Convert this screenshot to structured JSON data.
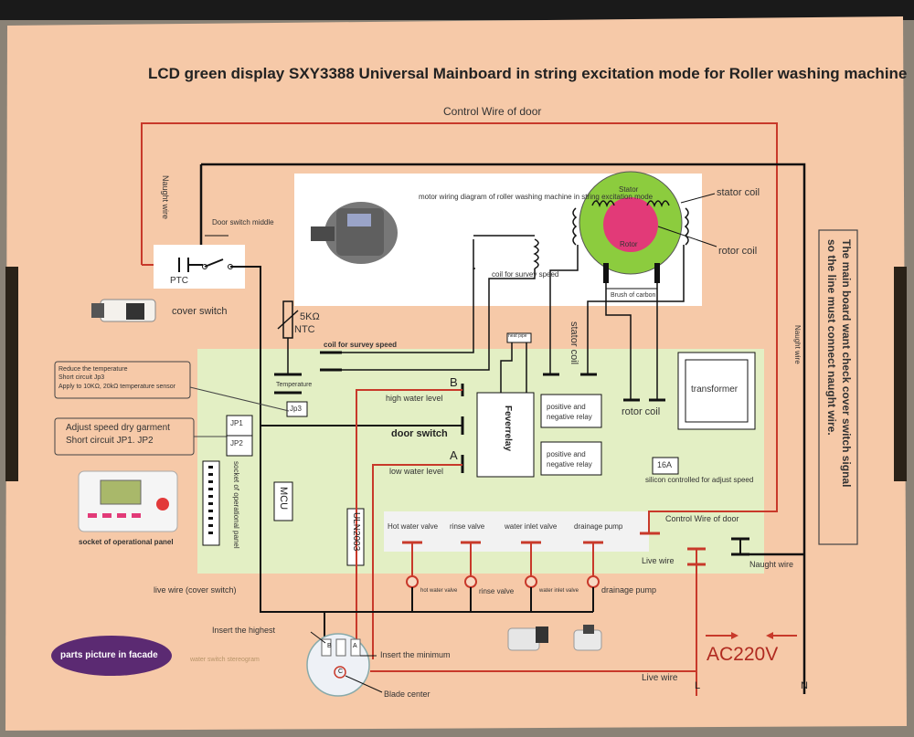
{
  "title": "LCD green display SXY3388 Universal Mainboard in string excitation mode for Roller washing machine",
  "labels": {
    "control_wire_top": "Control Wire of door",
    "naught_wire_left": "Naught wire",
    "door_switch_middle": "Door switch middle",
    "ptc": "PTC",
    "cover_switch": "cover switch",
    "ntc_value": "5KΩ",
    "ntc": "NTC",
    "temperature": "Temperature",
    "jp3": "Jp3",
    "reduce_temp_note": [
      "Reduce the temperature",
      "Short circuit Jp3",
      "Apply to 10KΩ, 20kΩ temperature sensor"
    ],
    "adjust_speed_note": [
      "Adjust speed dry garment",
      "Short circuit JP1. JP2"
    ],
    "jp1": "JP1",
    "jp2": "JP2",
    "socket_operational_panel_vertical": "socket of operational panel",
    "socket_operational_panel": "socket of operational panel",
    "motor_wiring_title": "motor wiring diagram of roller washing machine in string excitation mode",
    "coil_survey_speed_top": "coil for survey speed",
    "stator": "Stator",
    "rotor": "Rotor",
    "stator_coil_right": "stator coil",
    "rotor_coil_right": "rotor coil",
    "brush_of_carbon": "Brush of carbon",
    "coil_survey_speed_board": "coil for survey speed",
    "heat_pipe": "heat pipe",
    "stator_coil_vertical": "stator coil",
    "b_letter": "B",
    "high_water_level": "high water level",
    "door_switch": "door switch",
    "a_letter": "A",
    "low_water_level": "low water level",
    "feverrelay": "Feverrelay",
    "relay_1": [
      "positive and",
      "negative relay"
    ],
    "relay_2": [
      "positive and",
      "negative relay"
    ],
    "rotor_coil_board": "rotor coil",
    "transformer": "transformer",
    "fuse_16a": "16A",
    "silicon_controlled": "silicon controlled for adjust speed",
    "mcu": "MCU",
    "uln2003": "ULN2003",
    "hot_water_valve": "Hot water valve",
    "rinse_valve": "rinse valve",
    "water_inlet_valve": "water inlet valve",
    "drainage_pump": "drainage pump",
    "control_wire_bottom": "Control Wire of door",
    "live_wire_board": "Live wire",
    "naught_wire_board": "Naught wire",
    "naught_wire_right": "Naught wire",
    "check_note": [
      "The main board want check cover switch signal",
      "so the line must connect naught wire."
    ],
    "live_wire_cover": "live wire (cover switch)",
    "hot_water_valve_bottom": "hot water valve",
    "rinse_valve_bottom": "rinse valve",
    "water_inlet_valve_bottom": "water inlet valve",
    "drainage_pump_bottom": "drainage pump",
    "insert_highest": "Insert the highest",
    "water_switch_stereogram": "water switch stereogram",
    "insert_minimum": "Insert the minimum",
    "blade_center": "Blade center",
    "parts_picture": "parts picture in facade",
    "ac220v": "AC220V",
    "live_wire_bottom": "Live wire",
    "l": "L",
    "n": "N",
    "sw_b": "B",
    "sw_a": "A",
    "sw_c": "C"
  },
  "colors": {
    "box_background": "#f6c9a8",
    "board_green": "#e3efc4",
    "red_wire": "#c8392a",
    "black_wire": "#111111",
    "stator_green": "#8ccc3e",
    "rotor_pink": "#e23a78",
    "parts_badge": "#5b2a72"
  }
}
